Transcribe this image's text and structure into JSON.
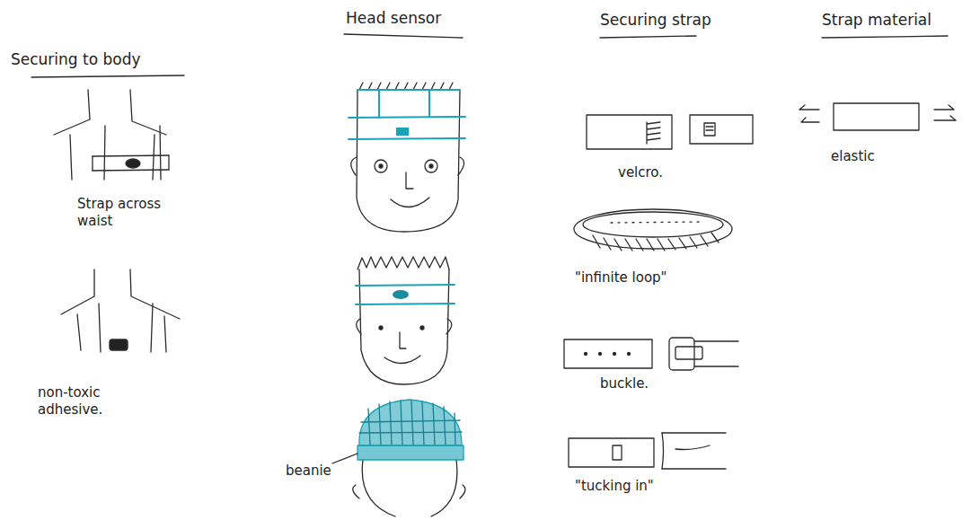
{
  "diagram": {
    "labels": [
      "Securing to body",
      "Head sensor",
      "Securing strap",
      "Strap material",
      "Strap across waist",
      "non-toxic adhesive.",
      "beanie",
      "velcro.",
      "\"infinite loop\"",
      "buckle.",
      "\"tucking in\"",
      "elastic"
    ]
  }
}
